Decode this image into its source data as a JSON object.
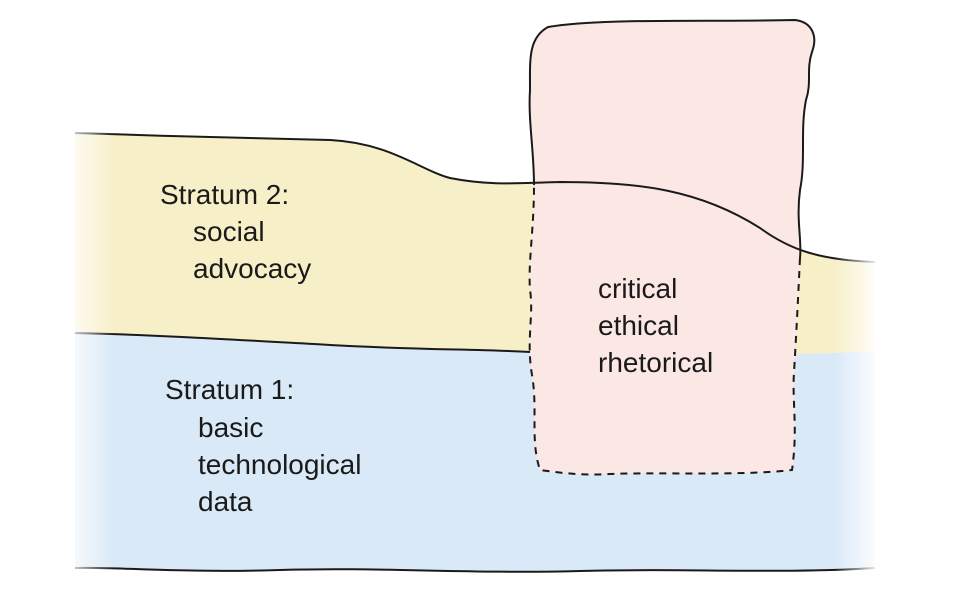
{
  "colors": {
    "background": "#ffffff",
    "stratum_2_fill": "#f7efc8",
    "stratum_1_fill": "#d9e9f7",
    "overlay_fill": "#fbe8e4",
    "outline": "#1a1a1a",
    "text": "#1a1a1a"
  },
  "stratum_2": {
    "title": "Stratum 2:",
    "lines": [
      "social",
      "advocacy"
    ]
  },
  "stratum_1": {
    "title": "Stratum 1:",
    "lines": [
      "basic",
      "technological",
      "data"
    ]
  },
  "overlay": {
    "lines": [
      "critical",
      "ethical",
      "rhetorical"
    ]
  }
}
